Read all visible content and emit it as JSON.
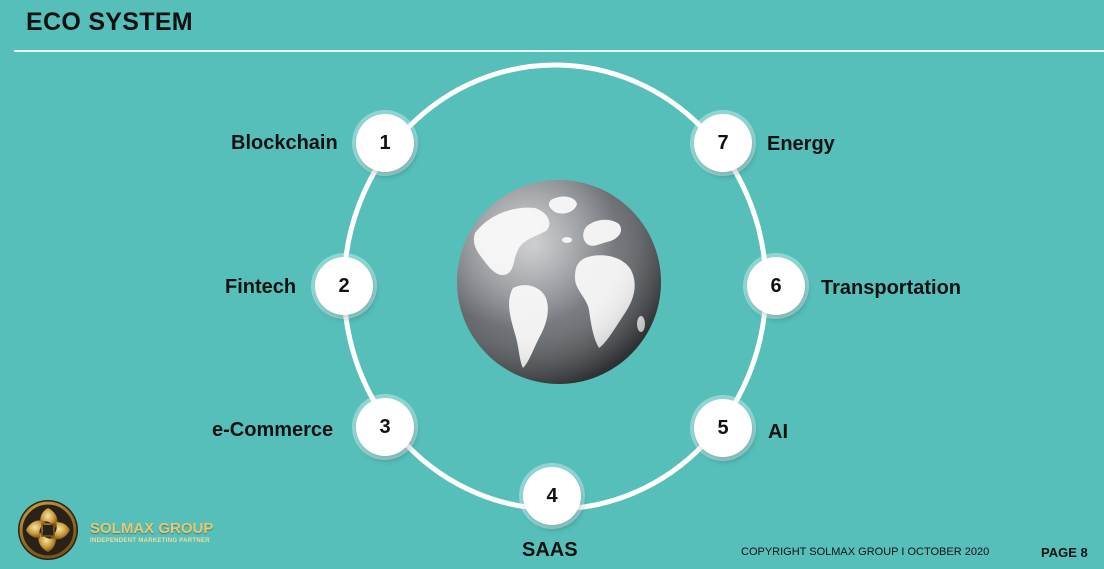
{
  "header": {
    "title": "ECO SYSTEM"
  },
  "ecosystem": {
    "items": [
      {
        "number": "1",
        "label": "Blockchain"
      },
      {
        "number": "2",
        "label": "Fintech"
      },
      {
        "number": "3",
        "label": "e-Commerce"
      },
      {
        "number": "4",
        "label": "SAAS"
      },
      {
        "number": "5",
        "label": "AI"
      },
      {
        "number": "6",
        "label": "Transportation"
      },
      {
        "number": "7",
        "label": "Energy"
      }
    ]
  },
  "footer": {
    "brand_name": "SOLMAX GROUP",
    "brand_tagline": "INDEPENDENT MARKETING PARTNER",
    "copyright": "COPYRIGHT SOLMAX GROUP I OCTOBER 2020",
    "page_label": "PAGE 8"
  },
  "colors": {
    "background": "#56bfba",
    "ring": "#ffffff",
    "brand_gold": "#e8c870"
  },
  "icons": {
    "center": "globe-icon",
    "logo": "solmax-logo-icon"
  }
}
